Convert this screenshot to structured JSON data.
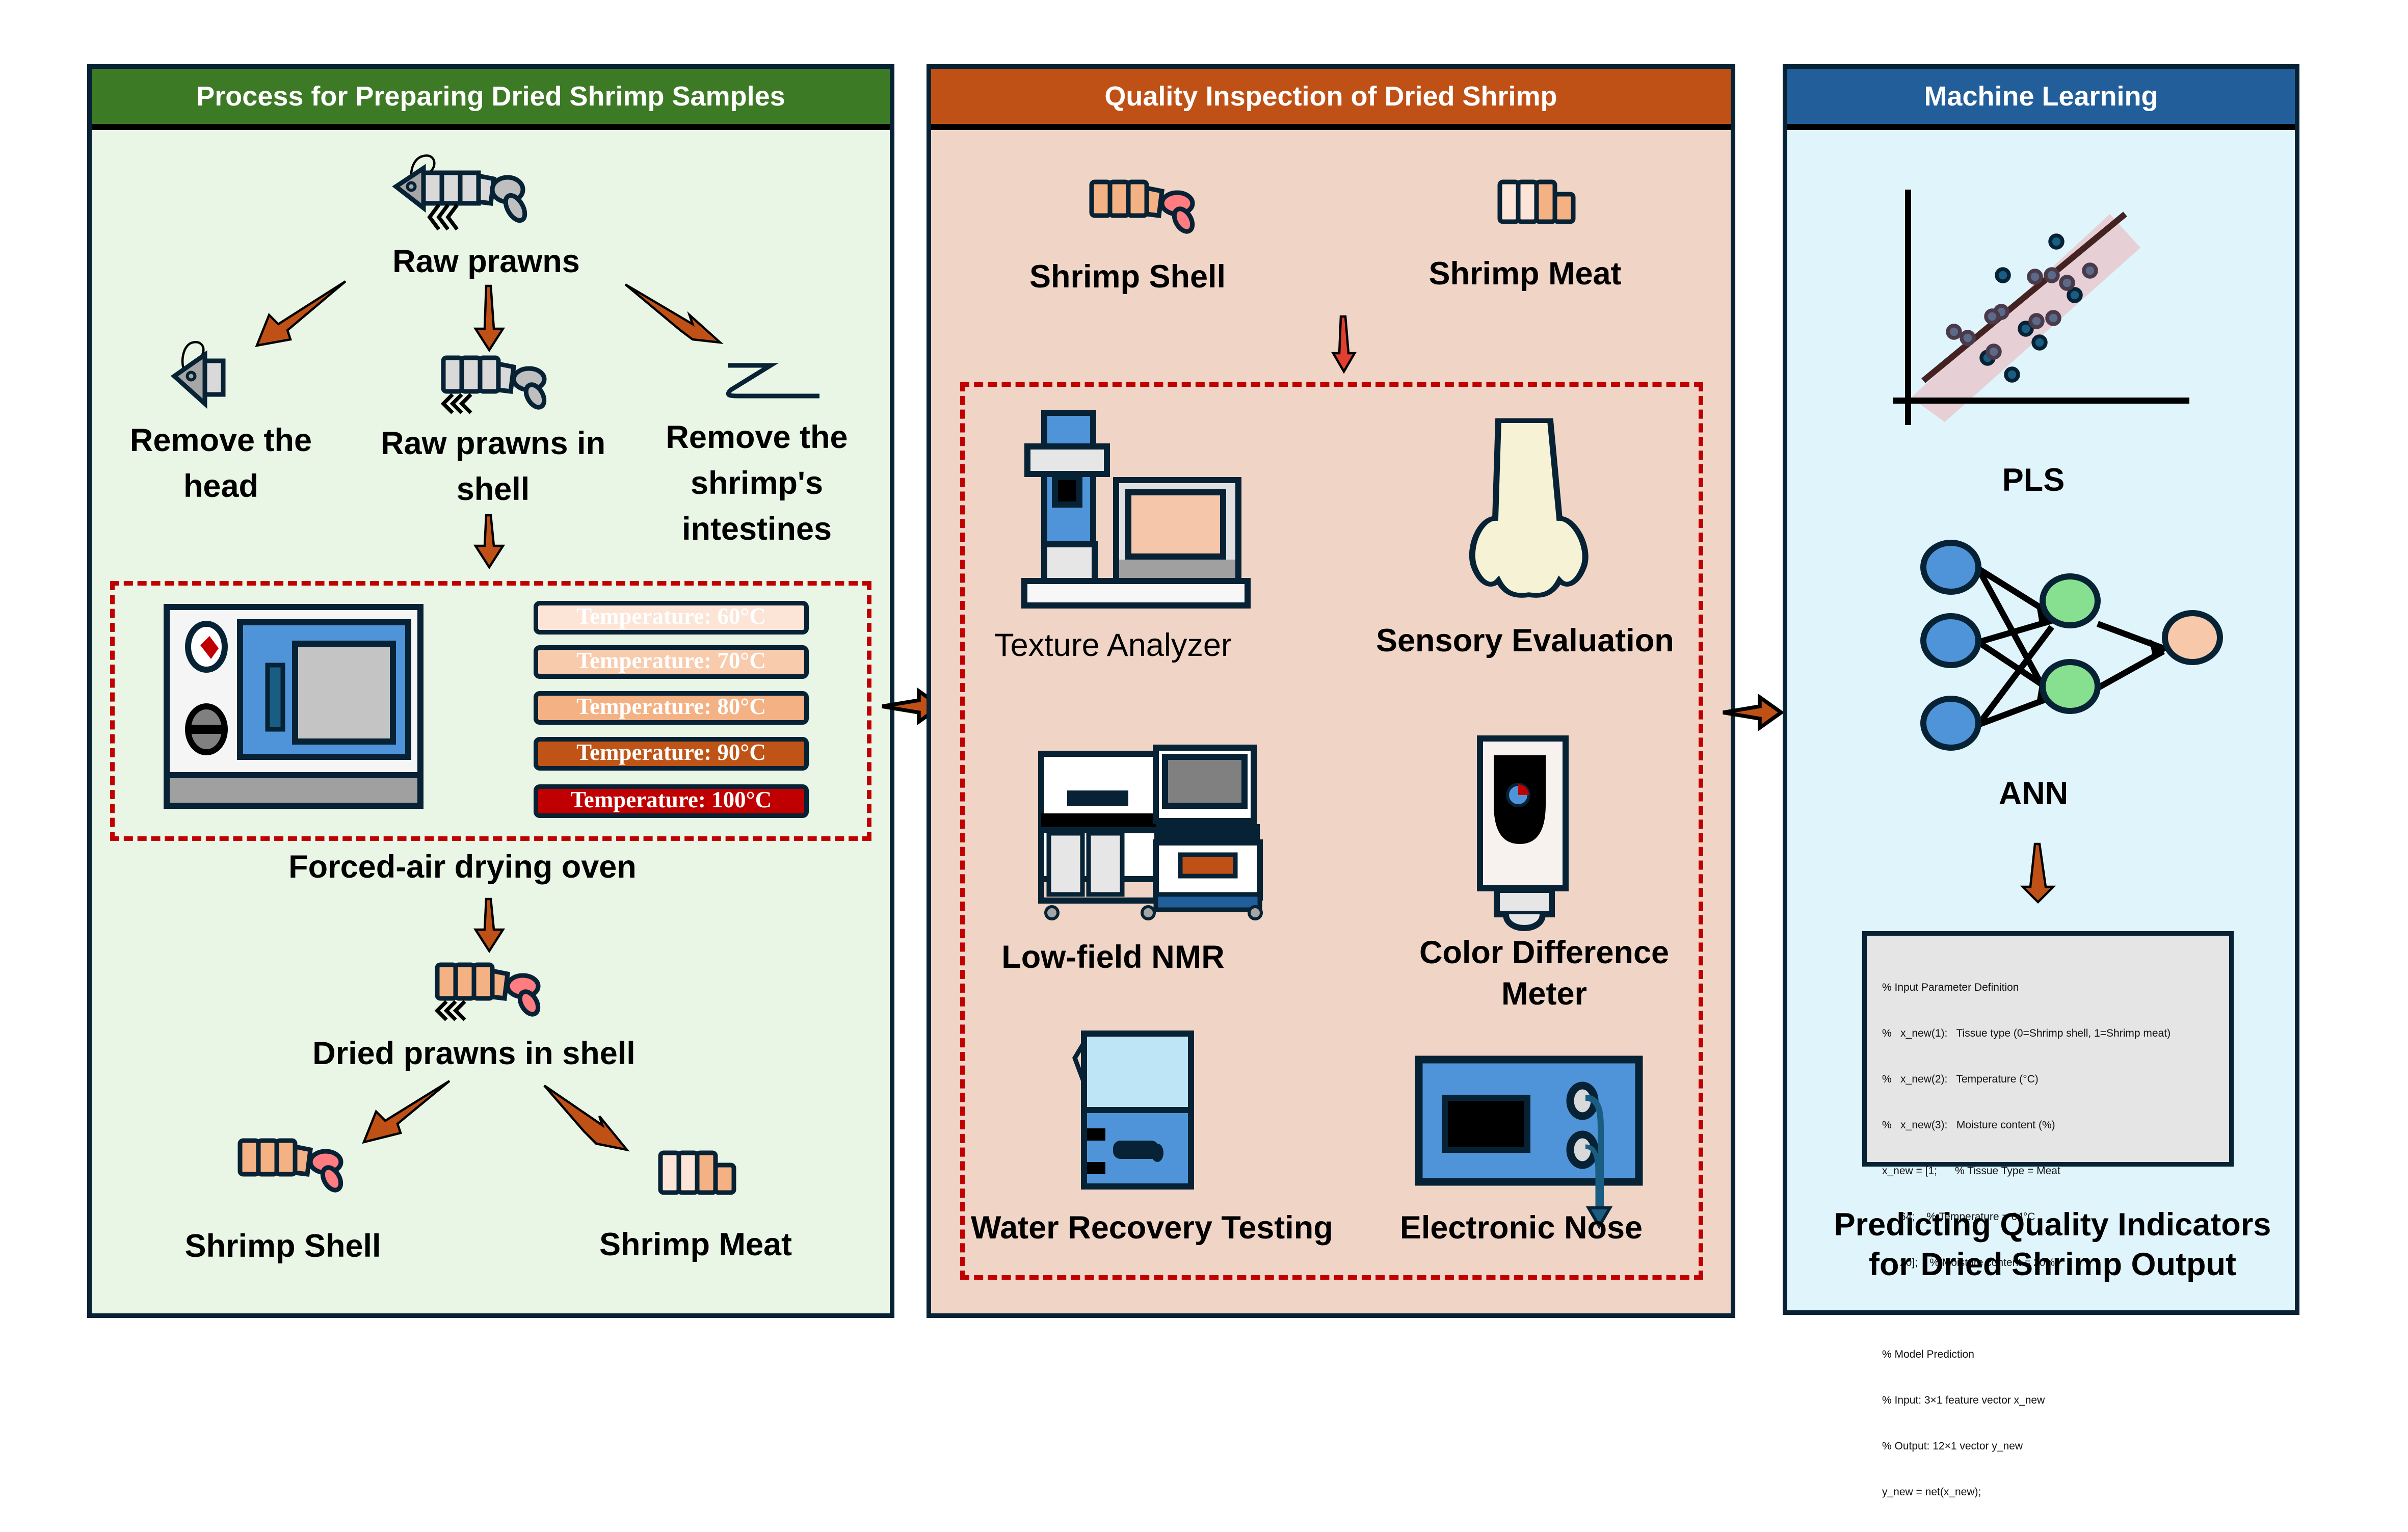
{
  "panels": {
    "preparation": {
      "title": "Process for Preparing Dried Shrimp Samples",
      "header_color": "#3d7a25",
      "bg_color": "#e9f6e6",
      "nodes": {
        "raw_prawns": "Raw prawns",
        "remove_head": [
          "Remove the",
          "head"
        ],
        "raw_in_shell": [
          "Raw prawns in",
          "shell"
        ],
        "remove_intestines": [
          "Remove the",
          "shrimp's",
          "intestines"
        ],
        "oven": "Forced-air drying oven",
        "dried_in_shell": "Dried prawns in shell",
        "shrimp_shell": "Shrimp Shell",
        "shrimp_meat": "Shrimp Meat"
      },
      "temperatures": [
        {
          "label": "Temperature: 60°C",
          "color": "#fce4d6"
        },
        {
          "label": "Temperature: 70°C",
          "color": "#f8cbad"
        },
        {
          "label": "Temperature: 80°C",
          "color": "#f4b183"
        },
        {
          "label": "Temperature: 90°C",
          "color": "#c05416"
        },
        {
          "label": "Temperature: 100°C",
          "color": "#c00000"
        }
      ]
    },
    "inspection": {
      "title": "Quality Inspection of Dried Shrimp",
      "header_color": "#c05116",
      "bg_color": "#f0d5c6",
      "samples": [
        "Shrimp Shell",
        "Shrimp Meat"
      ],
      "methods": {
        "texture": "Texture Analyzer",
        "sensory": "Sensory Evaluation",
        "nmr": "Low-field NMR",
        "color": [
          "Color Difference",
          "Meter"
        ],
        "water": "Water Recovery Testing",
        "enose": "Electronic Nose"
      }
    },
    "ml": {
      "title": "Machine Learning",
      "header_color": "#225e9a",
      "bg_color": "#e0f4fb",
      "models": [
        "PLS",
        "ANN"
      ],
      "code_lines": [
        "% Input Parameter Definition",
        "%   x_new(1):   Tissue type (0=Shrimp shell, 1=Shrimp meat)",
        "%   x_new(2):   Temperature (°C)",
        "%   x_new(3):   Moisture content (%)",
        "x_new = [1;      % Tissue Type = Meat",
        "      64;    % Temperature = 64°C",
        "      20];    % Moisture content = 20%",
        "",
        "% Model Prediction",
        "% Input: 3×1 feature vector x_new",
        "% Output: 12×1 vector y_new",
        "y_new = net(x_new);"
      ],
      "output": [
        "Predicting Quality Indicators",
        "for Dried Shrimp Output"
      ]
    }
  },
  "colors": {
    "outline": "#062234",
    "arrow": "#c05116",
    "dashed": "#c00000"
  }
}
